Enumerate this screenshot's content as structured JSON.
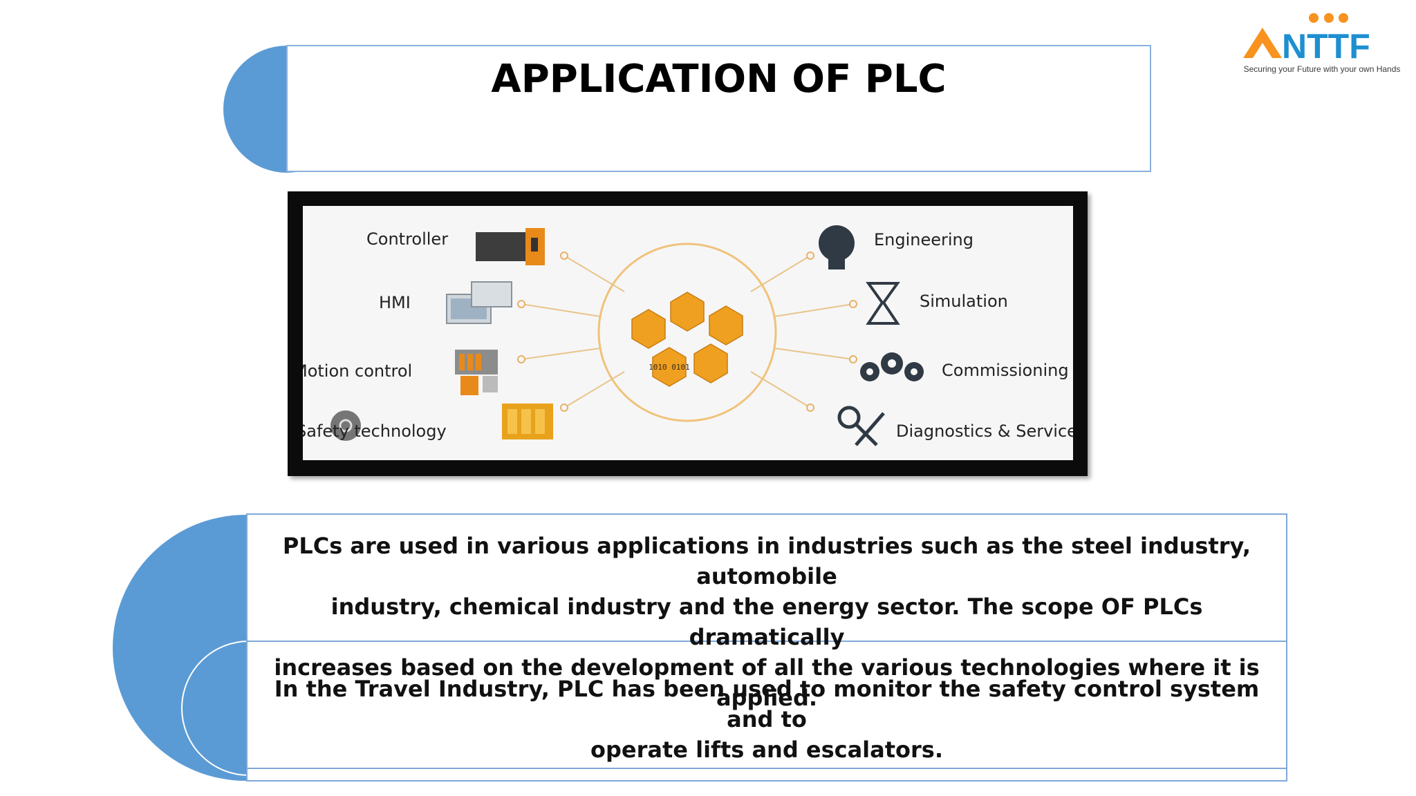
{
  "title": "APPLICATION OF PLC",
  "logo": {
    "text": "NTTF",
    "tagline": "Securing your Future with your own Hands",
    "accent_color": "#f7931e",
    "text_color": "#1e8fd0"
  },
  "diagram": {
    "left_items": [
      {
        "label": "Controller",
        "icon": "controller-icon"
      },
      {
        "label": "HMI",
        "icon": "hmi-icon"
      },
      {
        "label": "Motion control",
        "icon": "motion-control-icon"
      },
      {
        "label": "Safety technology",
        "icon": "safety-module-icon"
      }
    ],
    "right_items": [
      {
        "label": "Engineering",
        "icon": "lightbulb-icon"
      },
      {
        "label": "Simulation",
        "icon": "hourglass-icon"
      },
      {
        "label": "Commissioning",
        "icon": "gears-icon"
      },
      {
        "label": "Diagnostics & Service",
        "icon": "magnifier-wrench-icon"
      }
    ],
    "hub_color": "#f0a020",
    "hub_binary_text": "1010 0101"
  },
  "paragraphs": [
    {
      "lines": [
        "PLCs are used in various applications in industries such as the steel industry, automobile",
        "industry, chemical industry and the energy sector. The scope OF PLCs dramatically",
        "increases based on the development of all the various technologies where it is applied."
      ]
    },
    {
      "lines": [
        "In the Travel Industry, PLC has been used to monitor the safety control system and to",
        "operate lifts and escalators."
      ]
    }
  ],
  "colors": {
    "accent_blue": "#5b9bd5",
    "border_blue": "#7fa8d8"
  }
}
